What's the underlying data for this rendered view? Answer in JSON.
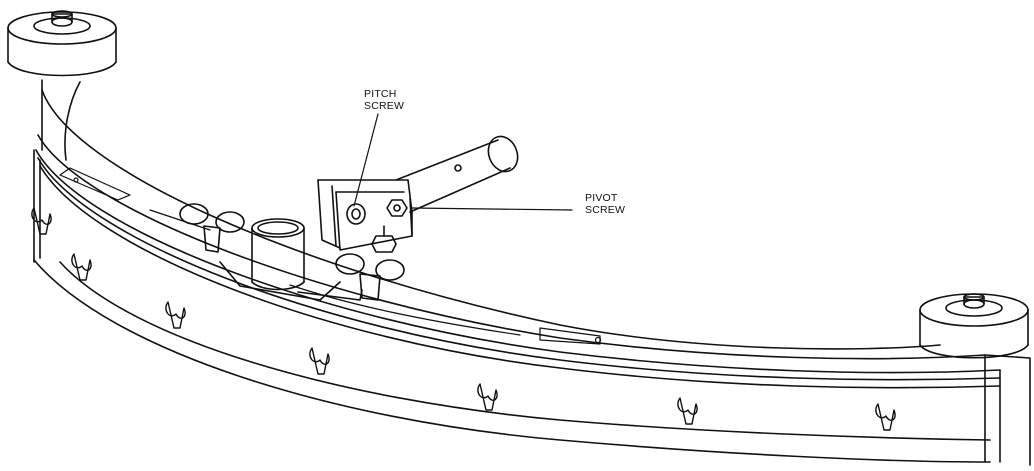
{
  "labels": {
    "pitch_screw": [
      "PITCH",
      "SCREW"
    ],
    "pivot_screw": [
      "PIVOT",
      "SCREW"
    ]
  },
  "colors": {
    "ink": "#111111",
    "paper": "#ffffff",
    "shade": "#e6e6e6"
  }
}
